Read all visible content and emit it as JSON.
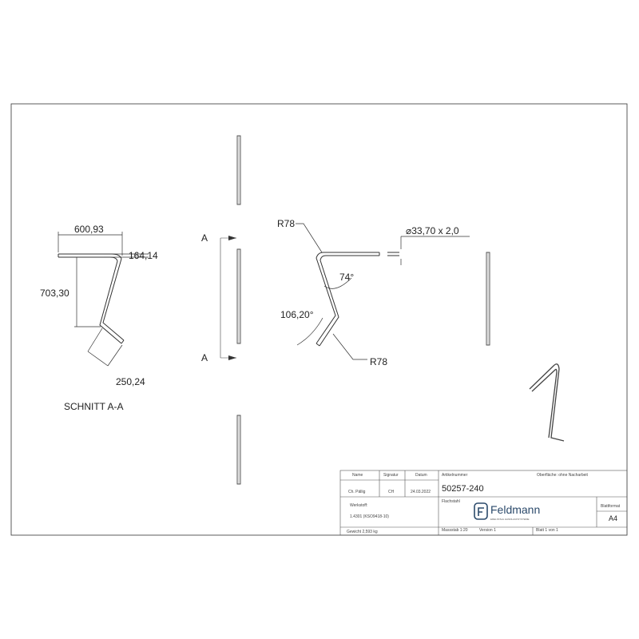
{
  "drawing": {
    "section_a": {
      "width": "600,93",
      "leg": "164,14",
      "height": "703,30",
      "foot": "250,24",
      "label": "SCHNITT A-A"
    },
    "section_marker": "A",
    "front_view": {
      "radius_top": "R78",
      "radius_bottom": "R78",
      "tube": "⌀33,70 x 2,0",
      "angle_upper": "74°",
      "angle_lower": "106,20°"
    }
  },
  "title_block": {
    "headers": {
      "creator": "Name",
      "signature": "Signatur",
      "date": "Datum"
    },
    "creator": "Ch. Pällig",
    "signature": "CH",
    "date": "24.03.2022",
    "article_label": "Artikelnummer",
    "surface": "Oberfläche: ohne Nacharbeit",
    "article_number": "50257-240",
    "material_label": "Werkstoff:",
    "material": "1.4301 (KSO9418-10)",
    "description_label": "Flachstahl",
    "weight": "Gewicht 2,593 kg",
    "scale": "Massstab 1:20",
    "version": "Version 1",
    "sheet": "Blatt 1 von 1",
    "format_label": "Blattformat",
    "format": "A4",
    "logo_name": "Feldmann",
    "logo_tagline": "EDELSTAHL HANDLAUFSYSTEME"
  }
}
